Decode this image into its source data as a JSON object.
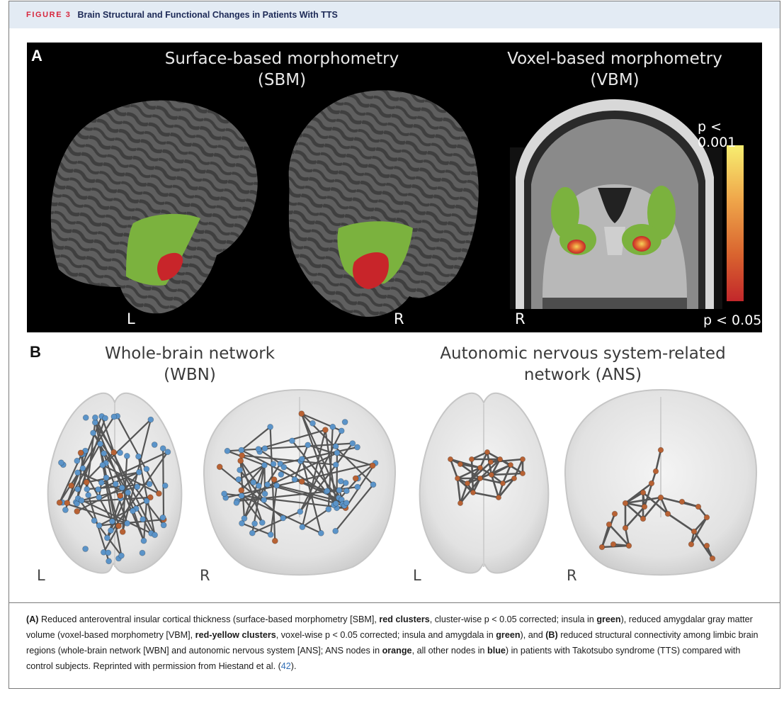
{
  "figure": {
    "label": "FIGURE 3",
    "title": "Brain Structural and Functional Changes in Patients With TTS"
  },
  "panel_a": {
    "letter": "A",
    "sbm_heading_line1": "Surface-based morphometry",
    "sbm_heading_line2": "(SBM)",
    "vbm_heading_line1": "Voxel-based morphometry",
    "vbm_heading_line2": "(VBM)",
    "left_label": "L",
    "right_label": "R",
    "vbm_side_label": "R",
    "scale_top": "p < 0.001",
    "scale_bottom": "p < 0.05",
    "colors": {
      "insula": "#7bb23e",
      "cluster": "#c8252a",
      "scale_top": "#f7ee70",
      "scale_bottom": "#c2272b"
    }
  },
  "panel_b": {
    "letter": "B",
    "wbn_heading_line1": "Whole-brain network",
    "wbn_heading_line2": "(WBN)",
    "ans_heading_line1": "Autonomic nervous system-related",
    "ans_heading_line2": "network (ANS)",
    "labels": [
      "L",
      "R",
      "L",
      "R"
    ],
    "colors": {
      "ans_nodes": "#b86234",
      "other_nodes": "#5b94c9",
      "edges": "#555555"
    }
  },
  "caption": {
    "a_label": "(A)",
    "t1": " Reduced anteroventral insular cortical thickness (surface-based morphometry [SBM], ",
    "b1": "red clusters",
    "t2": ", cluster-wise p < 0.05 corrected; insula in ",
    "b2": "green",
    "t3": "), reduced amygdalar gray matter volume (voxel-based morphometry [VBM], ",
    "b3": "red-yellow clusters",
    "t4": ", voxel-wise p < 0.05 corrected; insula and amygdala in ",
    "b4": "green",
    "t5": "), and ",
    "b_label": "(B)",
    "t6": " reduced structural connectivity among limbic brain regions (whole-brain network [WBN] and autonomic nervous system [ANS]; ANS nodes in ",
    "b5": "orange",
    "t7": ", all other nodes in ",
    "b6": "blue",
    "t8": ") in patients with Takotsubo syndrome (TTS) compared with control subjects. Reprinted with permission from Hiestand et al. (",
    "ref": "42",
    "t9": ")."
  }
}
